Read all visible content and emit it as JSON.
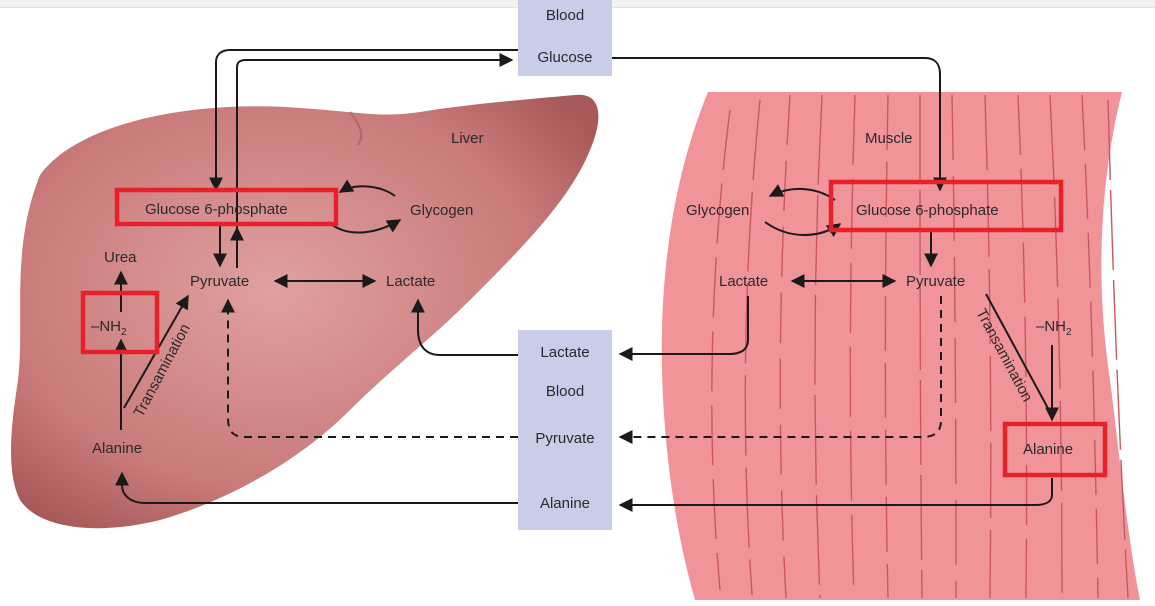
{
  "labels": {
    "liver": "Liver",
    "muscle": "Muscle",
    "blood_top": "Blood",
    "blood_glucose": "Glucose",
    "blood_mid": "Blood",
    "blood_lactate": "Lactate",
    "blood_pyruvate": "Pyruvate",
    "blood_alanine": "Alanine",
    "liver_g6p": "Glucose 6-phosphate",
    "liver_glycogen": "Glycogen",
    "liver_pyruvate": "Pyruvate",
    "liver_lactate": "Lactate",
    "liver_urea": "Urea",
    "liver_nh2": "–NH",
    "liver_nh2_sub": "2",
    "liver_alanine": "Alanine",
    "liver_transamination": "Transamination",
    "muscle_g6p": "Glucose 6-phosphate",
    "muscle_glycogen": "Glycogen",
    "muscle_lactate": "Lactate",
    "muscle_pyruvate": "Pyruvate",
    "muscle_nh2": "–NH",
    "muscle_nh2_sub": "2",
    "muscle_alanine": "Alanine",
    "muscle_transamination": "Transamination"
  },
  "colors": {
    "liver_fill": "#c97a7a",
    "muscle_fill": "#f1949a",
    "blood_box": "#c9cde8",
    "highlight": "#e8202a"
  }
}
